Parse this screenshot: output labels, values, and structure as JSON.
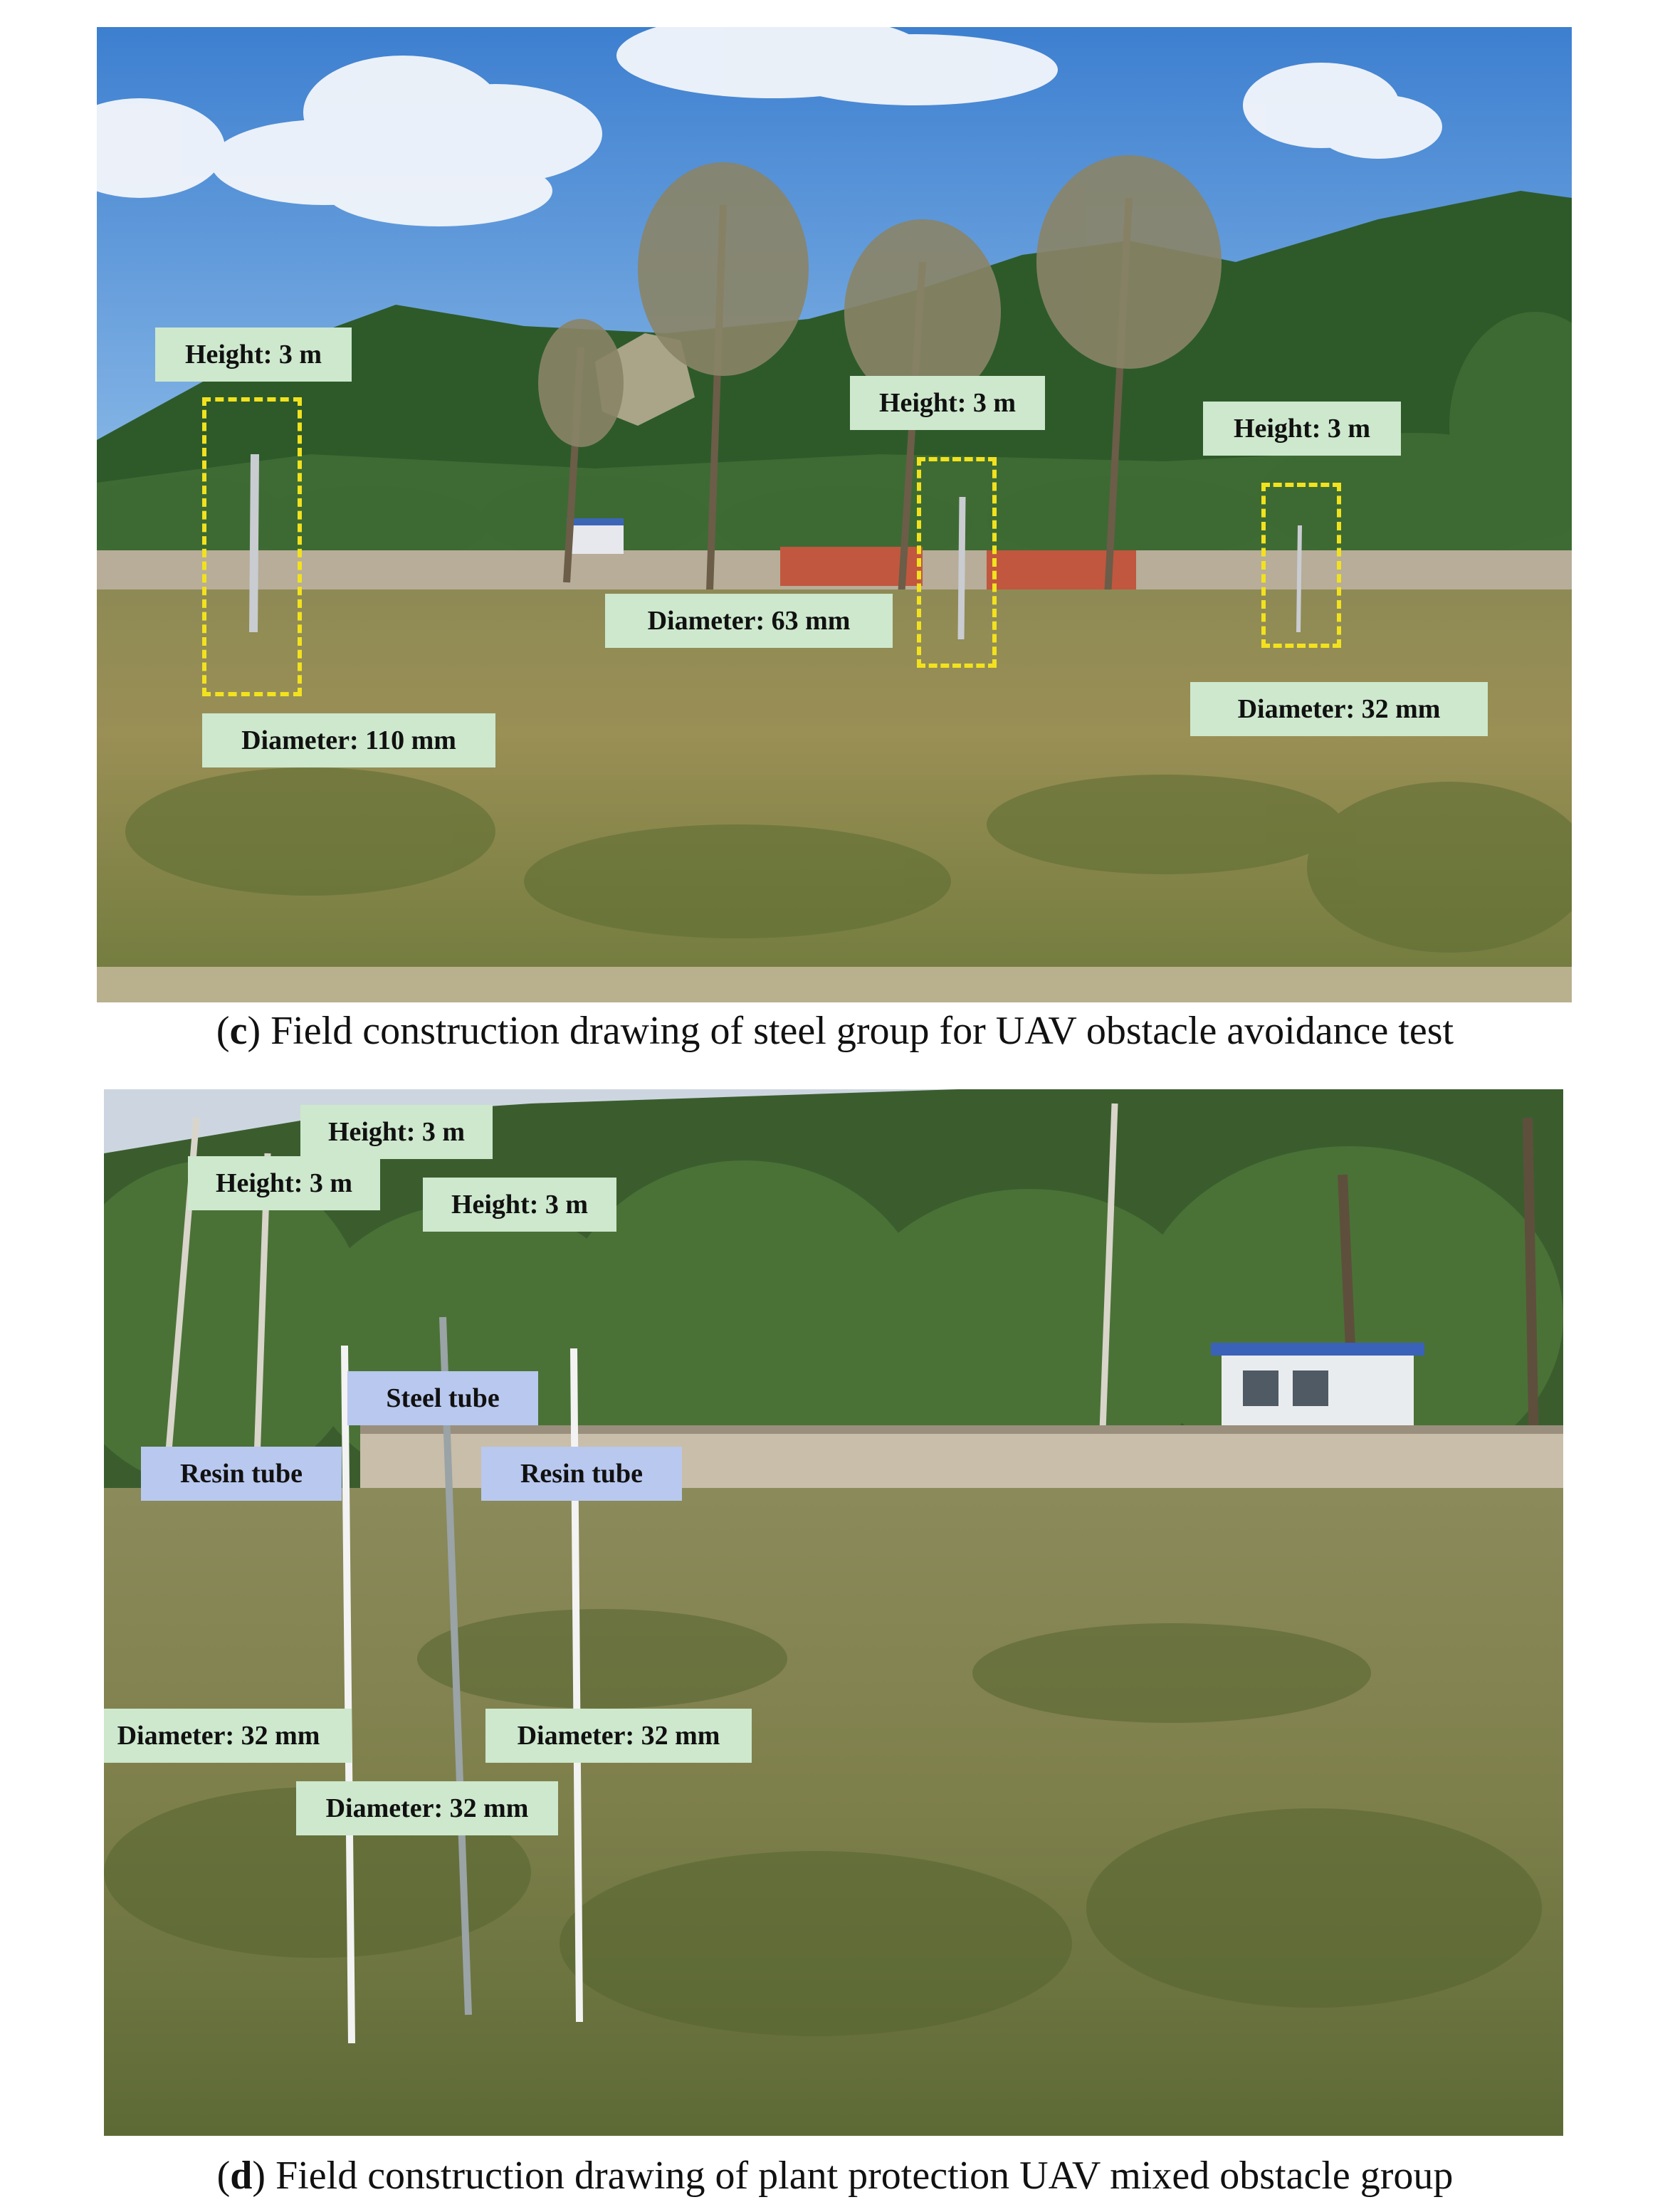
{
  "panel_c": {
    "caption_letter": "c",
    "caption_text": "Field construction drawing of steel group for UAV obstacle avoidance test",
    "labels": {
      "left_height": "Height: 3 m",
      "left_diameter": "Diameter: 110 mm",
      "mid_height": "Height: 3 m",
      "mid_diameter": "Diameter: 63 mm",
      "right_height": "Height: 3 m",
      "right_diameter": "Diameter: 32 mm"
    }
  },
  "panel_d": {
    "caption_letter": "d",
    "caption_text": "Field construction drawing of plant protection UAV mixed obstacle group",
    "labels": {
      "left_height": "Height: 3 m",
      "left_type": "Resin tube",
      "left_diameter": "Diameter: 32 mm",
      "mid_height": "Height: 3 m",
      "mid_type": "Steel tube",
      "mid_diameter": "Diameter: 32 mm",
      "right_height": "Height: 3 m",
      "right_type": "Resin tube",
      "right_diameter": "Diameter: 32 mm"
    }
  },
  "colors": {
    "label_green": "#cde8cd",
    "label_blue": "#b9c8ee",
    "dash_yellow": "#f2e21e"
  }
}
